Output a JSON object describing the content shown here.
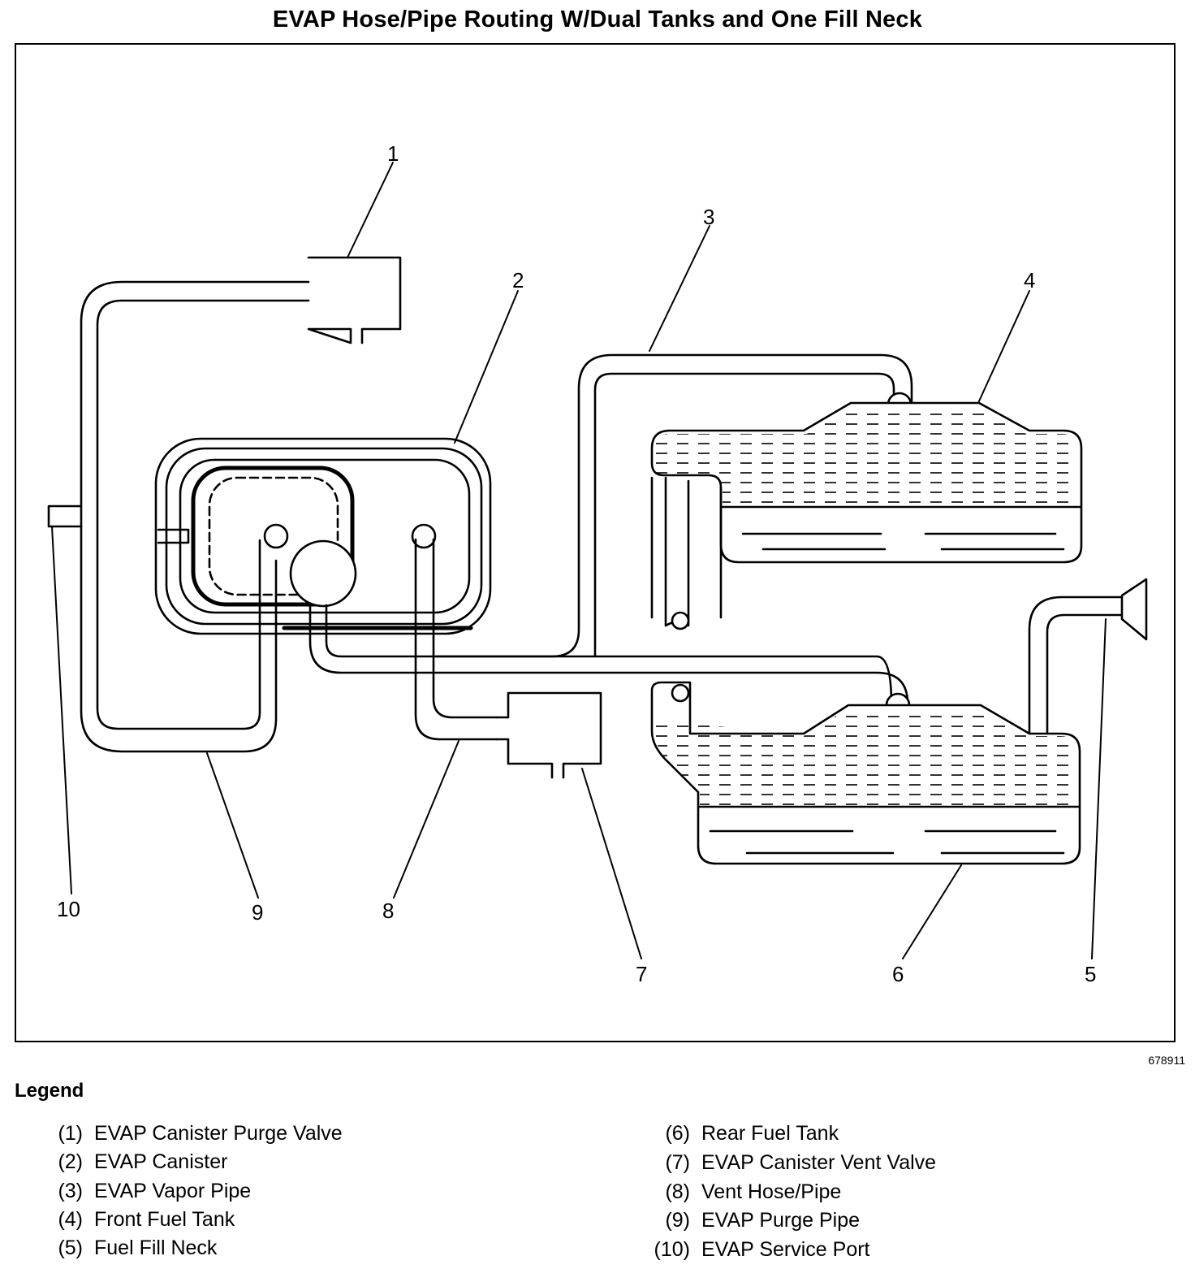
{
  "title": "EVAP Hose/Pipe Routing W/Dual Tanks and One Fill Neck",
  "figure_id": "678911",
  "callouts": [
    "1",
    "2",
    "3",
    "4",
    "5",
    "6",
    "7",
    "8",
    "9",
    "10"
  ],
  "legend": {
    "heading": "Legend",
    "items": [
      {
        "num": "(1)",
        "label": "EVAP Canister Purge Valve"
      },
      {
        "num": "(2)",
        "label": "EVAP Canister"
      },
      {
        "num": "(3)",
        "label": "EVAP Vapor Pipe"
      },
      {
        "num": "(4)",
        "label": "Front Fuel Tank"
      },
      {
        "num": "(5)",
        "label": "Fuel Fill Neck"
      },
      {
        "num": "(6)",
        "label": "Rear Fuel Tank"
      },
      {
        "num": "(7)",
        "label": "EVAP Canister Vent Valve"
      },
      {
        "num": "(8)",
        "label": "Vent Hose/Pipe"
      },
      {
        "num": "(9)",
        "label": "EVAP Purge Pipe"
      },
      {
        "num": "(10)",
        "label": "EVAP Service Port"
      }
    ]
  }
}
